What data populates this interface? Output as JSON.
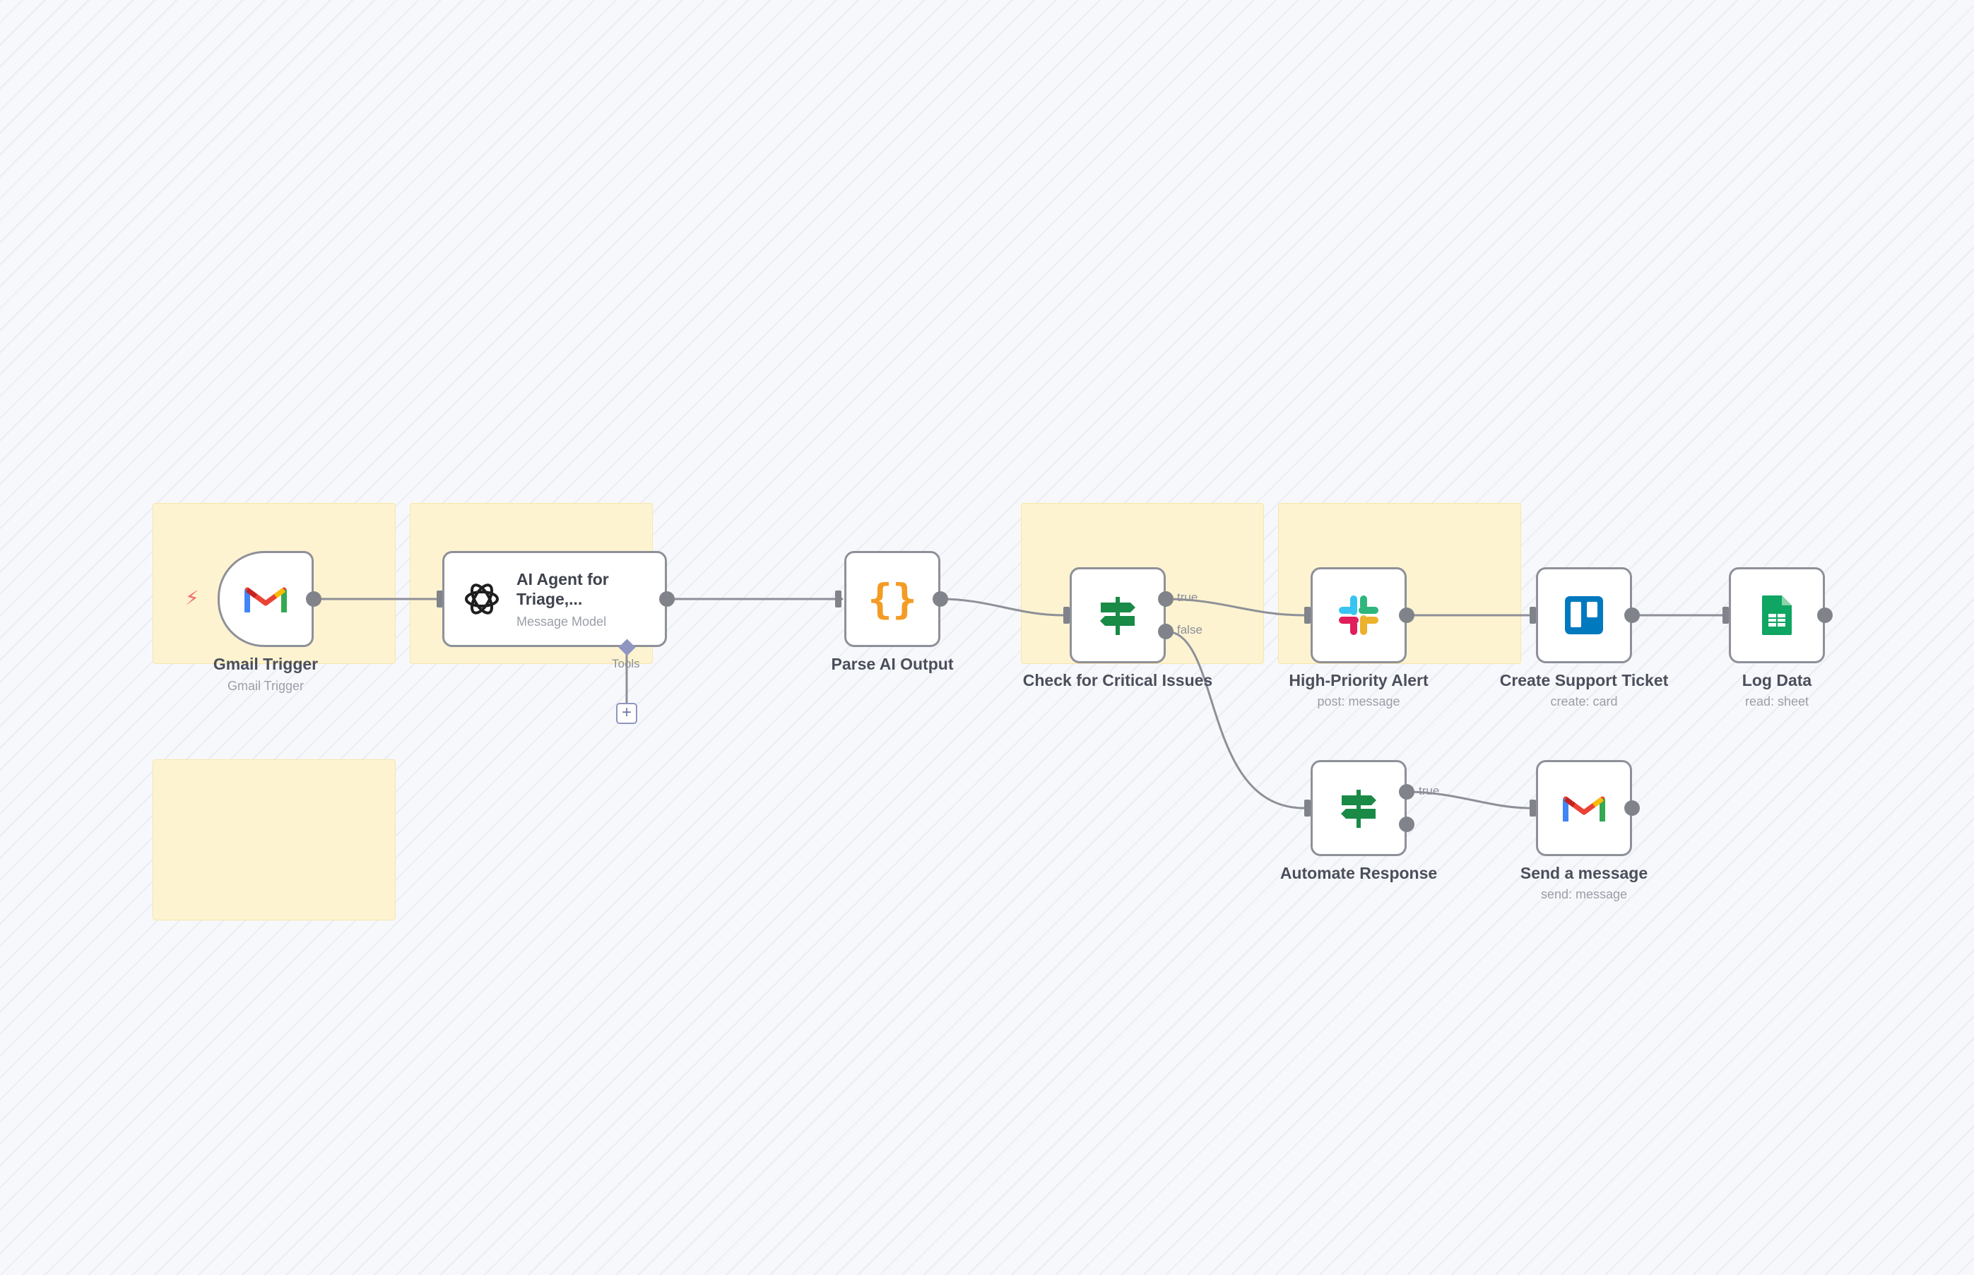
{
  "canvas": {
    "background": "#f7f8fb",
    "sticky_color": "#fdf3d0",
    "edge_color": "#8e9099"
  },
  "nodes": {
    "gmail_trigger": {
      "title": "Gmail Trigger",
      "subtitle": "Gmail Trigger",
      "icon": "gmail-icon",
      "trigger_icon": "lightning-bolt-icon"
    },
    "ai_agent": {
      "title_line1": "AI Agent for",
      "title_line2": "Triage,...",
      "subtitle": "Message Model",
      "icon": "openai-icon",
      "tools_label": "Tools",
      "add_label": "+"
    },
    "parse_ai": {
      "title": "Parse AI Output",
      "icon": "code-braces-icon",
      "icon_glyph": "{}",
      "icon_color": "#f39c25"
    },
    "check_critical": {
      "title": "Check for Critical Issues",
      "icon": "if-signpost-icon",
      "true_label": "true",
      "false_label": "false"
    },
    "slack_alert": {
      "title": "High-Priority Alert",
      "subtitle": "post: message",
      "icon": "slack-icon"
    },
    "trello_ticket": {
      "title": "Create Support Ticket",
      "subtitle": "create: card",
      "icon": "trello-icon"
    },
    "log_data": {
      "title": "Log Data",
      "subtitle": "read: sheet",
      "icon": "google-sheets-icon"
    },
    "automate_response": {
      "title": "Automate Response",
      "icon": "if-signpost-icon",
      "true_label": "true"
    },
    "send_message": {
      "title": "Send a message",
      "subtitle": "send: message",
      "icon": "gmail-icon"
    }
  },
  "colors": {
    "gmail_blue": "#4285F4",
    "gmail_green": "#34A853",
    "gmail_yellow": "#FBBC04",
    "gmail_red": "#EA4335",
    "if_green": "#1a8a47",
    "trello_blue": "#0079BF",
    "sheets_green": "#0fa562",
    "slack_blue": "#36C5F0",
    "slack_green": "#2EB67D",
    "slack_yellow": "#ECB22E",
    "slack_red": "#E01E5A"
  }
}
